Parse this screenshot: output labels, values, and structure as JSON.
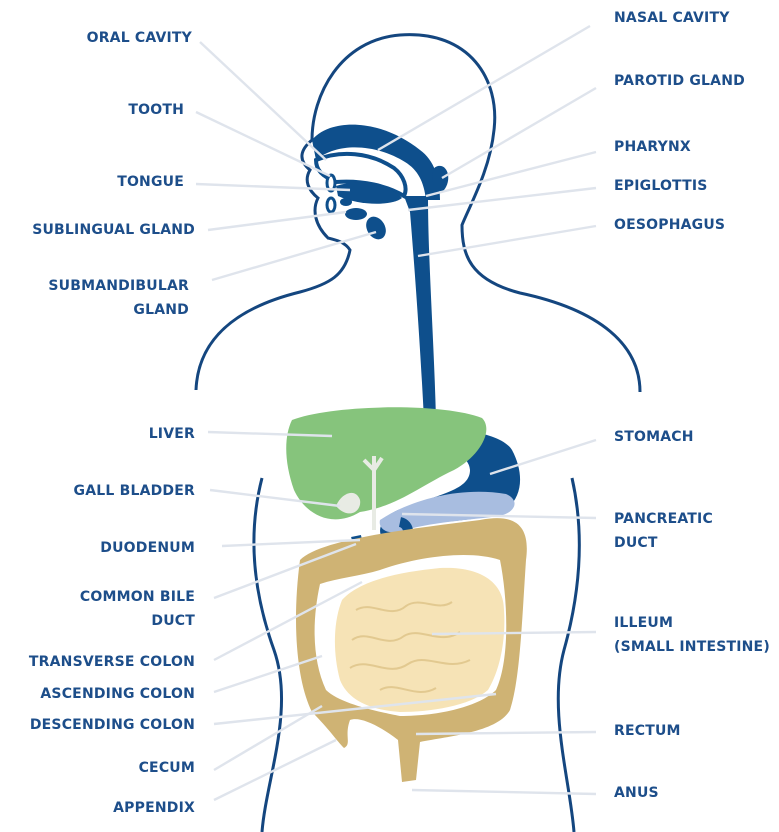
{
  "colors": {
    "label": "#1d4e8a",
    "body_outline": "#14467f",
    "digestive_dark": "#0e4f8c",
    "liver": "#86c47c",
    "intestine": "#cfb374",
    "small_intestine": "#f6e3b6",
    "pancreas": "#a8bde0",
    "leader_line": "#dfe4ec"
  },
  "labels_left": {
    "oral_cavity": "ORAL CAVITY",
    "tooth": "TOOTH",
    "tongue": "TONGUE",
    "sublingual_gland": "SUBLINGUAL GLAND",
    "submandibular_gland_1": "SUBMANDIBULAR",
    "submandibular_gland_2": "GLAND",
    "liver": "LIVER",
    "gall_bladder": "GALL BLADDER",
    "duodenum": "DUODENUM",
    "common_bile_duct_1": "COMMON BILE",
    "common_bile_duct_2": "DUCT",
    "transverse_colon": "TRANSVERSE COLON",
    "ascending_colon": "ASCENDING COLON",
    "descending_colon": "DESCENDING COLON",
    "cecum": "CECUM",
    "appendix": "APPENDIX"
  },
  "labels_right": {
    "nasal_cavity": "NASAL CAVITY",
    "parotid_gland": "PAROTID GLAND",
    "pharynx": "PHARYNX",
    "epiglottis": "EPIGLOTTIS",
    "oesophagus": "OESOPHAGUS",
    "stomach": "STOMACH",
    "pancreatic_duct_1": "PANCREATIC",
    "pancreatic_duct_2": "DUCT",
    "illeum_1": "ILLEUM",
    "illeum_2": "(SMALL INTESTINE)",
    "rectum": "RECTUM",
    "anus": "ANUS"
  }
}
